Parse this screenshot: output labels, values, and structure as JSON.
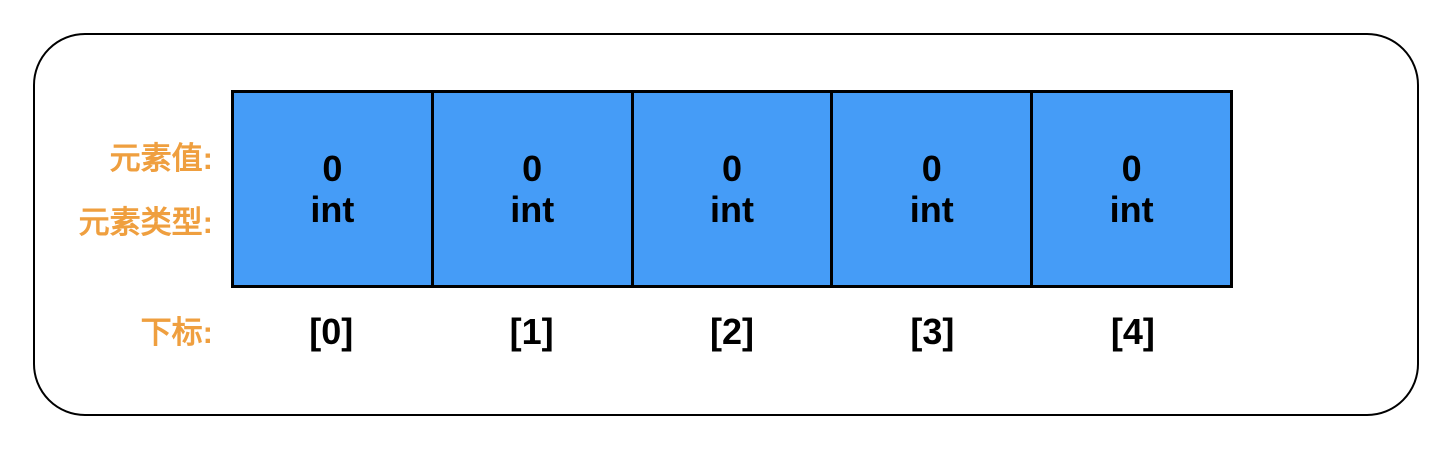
{
  "diagram": {
    "title": "array-element-diagram",
    "colors": {
      "cell_fill": "#459cf7",
      "label_orange": "#ef9f3f",
      "border_black": "#000000",
      "text_black": "#000000",
      "background": "#ffffff"
    },
    "labels": {
      "value_label": "元素值:",
      "type_label": "元素类型:",
      "index_label": "下标:"
    },
    "cells": [
      {
        "value": "0",
        "type": "int",
        "index": "[0]"
      },
      {
        "value": "0",
        "type": "int",
        "index": "[1]"
      },
      {
        "value": "0",
        "type": "int",
        "index": "[2]"
      },
      {
        "value": "0",
        "type": "int",
        "index": "[3]"
      },
      {
        "value": "0",
        "type": "int",
        "index": "[4]"
      }
    ]
  }
}
